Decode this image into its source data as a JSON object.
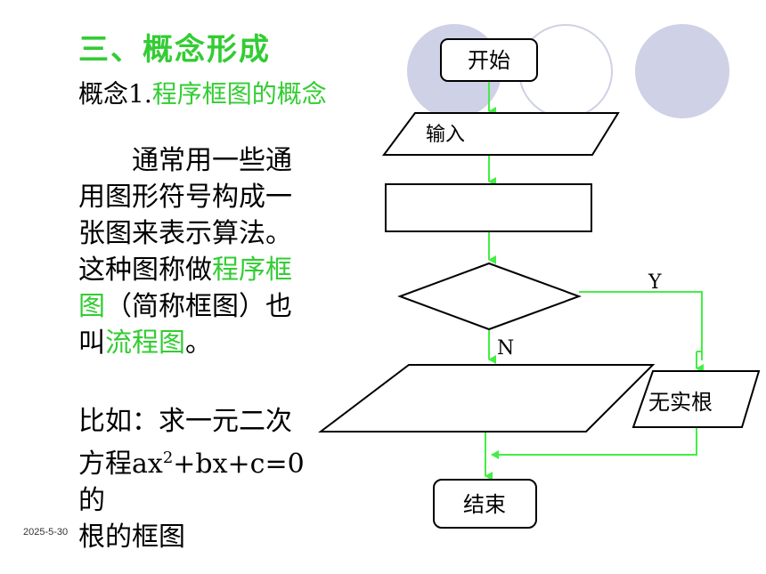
{
  "heading": "三、概念形成",
  "concept": {
    "prefix": "概念1.",
    "highlight": "程序框图的概念"
  },
  "paragraph1": {
    "lines": [
      "　　通常用一些通",
      "用图形符号构成一",
      "张图来表示算法。"
    ],
    "line4_prefix": "这种图称做",
    "line4_highlight": "程序框",
    "line5_highlight": "图",
    "line5_rest": "（简称框图）也",
    "line6_prefix": "叫",
    "line6_highlight": "流程图",
    "line6_suffix": "。"
  },
  "paragraph2": {
    "line1": "比如：求一元二次",
    "line2_prefix": "方程ax",
    "line2_sup": "2",
    "line2_suffix": "+bx+c=0的",
    "line3": "根的框图"
  },
  "flowchart": {
    "start": "开始",
    "input": "输入",
    "yes": "Y",
    "no": "N",
    "no_root": "无实根",
    "end": "结束"
  },
  "date": "2025-5-30",
  "colors": {
    "accent_green": "#33cc33",
    "arrow_green": "#44ee44",
    "circle": "#cfd1e6"
  }
}
